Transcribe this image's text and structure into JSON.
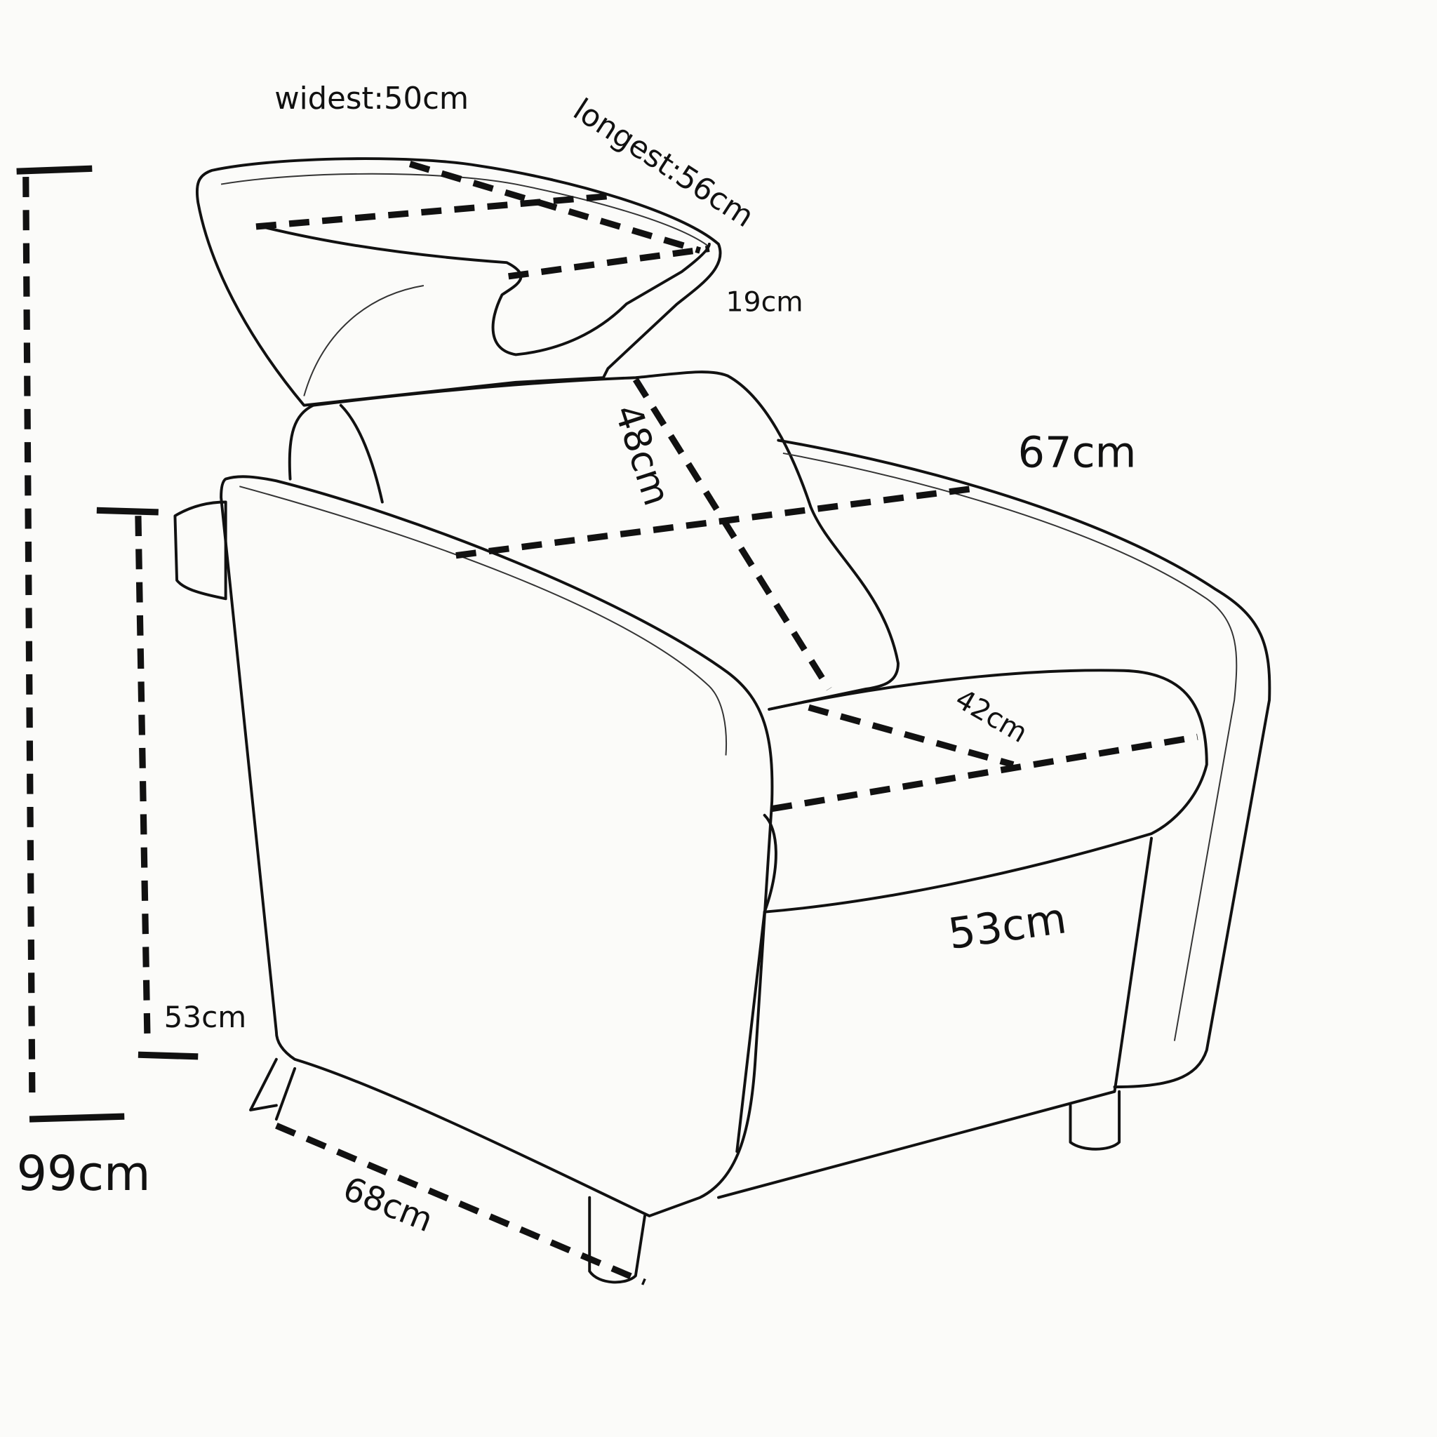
{
  "title": "Shampoo chair dimensions",
  "dimensions": {
    "basin_widest": "widest:50cm",
    "basin_longest": "longest:56cm",
    "basin_depth": "19cm",
    "backrest_height": "48cm",
    "total_width": "67cm",
    "seat_depth": "42cm",
    "seat_width": "53cm",
    "seat_height": "53cm",
    "total_height": "99cm",
    "total_length": "68cm"
  }
}
